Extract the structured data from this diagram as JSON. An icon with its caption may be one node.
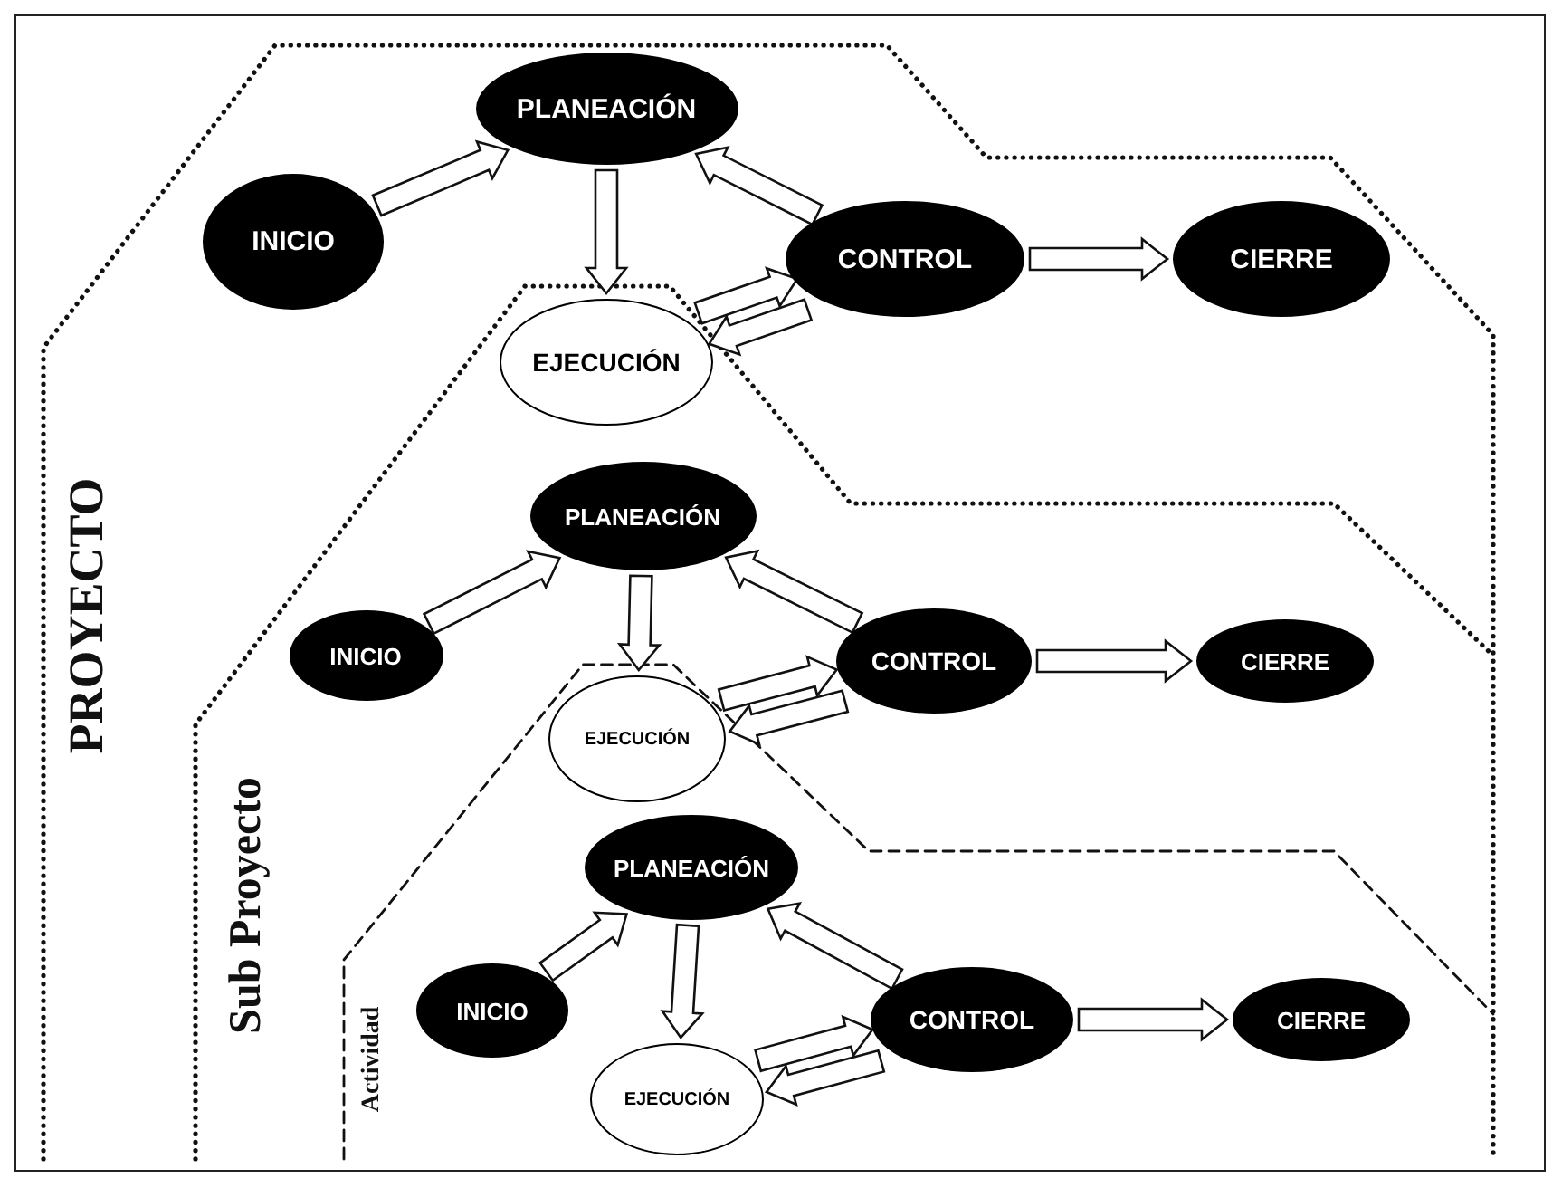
{
  "diagram": {
    "nodes": [
      {
        "text": [
          "PROYECTO"
        ]
      },
      {
        "text": [
          "INICIO"
        ],
        "in": 0
      },
      {
        "text": [
          "PLANEACIÓN"
        ],
        "in": 0
      },
      {
        "text": [
          "CONTROL"
        ],
        "in": 0
      },
      {
        "text": [
          "CIERRE"
        ],
        "in": 0
      },
      {
        "text": [
          "Sub Proyecto"
        ],
        "in": 0
      },
      {
        "text": [
          "EJECUCIÓN"
        ],
        "in": 5
      },
      {
        "text": [
          "INICIO"
        ],
        "in": 5
      },
      {
        "text": [
          "PLANEACIÓN"
        ],
        "in": 5
      },
      {
        "text": [
          "CONTROL"
        ],
        "in": 5
      },
      {
        "text": [
          "CIERRE"
        ],
        "in": 5
      },
      {
        "text": [
          "Actividad"
        ],
        "in": 5
      },
      {
        "text": [
          "EJECUCIÓN"
        ],
        "in": 11
      },
      {
        "text": [
          "INICIO"
        ],
        "in": 11
      },
      {
        "text": [
          "PLANEACIÓN"
        ],
        "in": 11
      },
      {
        "text": [
          "CONTROL"
        ],
        "in": 11
      },
      {
        "text": [
          "CIERRE"
        ],
        "in": 11
      },
      {
        "text": [
          "EJECUCIÓN"
        ],
        "in": 11
      }
    ],
    "edges": [
      {
        "from": 1,
        "to": 2,
        "arrow": "to"
      },
      {
        "from": 2,
        "to": 6,
        "arrow": "to"
      },
      {
        "from": 6,
        "to": 3,
        "arrow": "to"
      },
      {
        "from": 3,
        "to": 6,
        "arrow": "to"
      },
      {
        "from": 3,
        "to": 2,
        "arrow": "to"
      },
      {
        "from": 3,
        "to": 4,
        "arrow": "to"
      },
      {
        "from": 7,
        "to": 8,
        "arrow": "to"
      },
      {
        "from": 8,
        "to": 12,
        "arrow": "to"
      },
      {
        "from": 12,
        "to": 9,
        "arrow": "to"
      },
      {
        "from": 9,
        "to": 12,
        "arrow": "to"
      },
      {
        "from": 9,
        "to": 8,
        "arrow": "to"
      },
      {
        "from": 9,
        "to": 10,
        "arrow": "to"
      },
      {
        "from": 13,
        "to": 14,
        "arrow": "to"
      },
      {
        "from": 14,
        "to": 17,
        "arrow": "to"
      },
      {
        "from": 17,
        "to": 15,
        "arrow": "to"
      },
      {
        "from": 15,
        "to": 17,
        "arrow": "to"
      },
      {
        "from": 15,
        "to": 14,
        "arrow": "to"
      },
      {
        "from": 15,
        "to": 16,
        "arrow": "to"
      }
    ]
  }
}
